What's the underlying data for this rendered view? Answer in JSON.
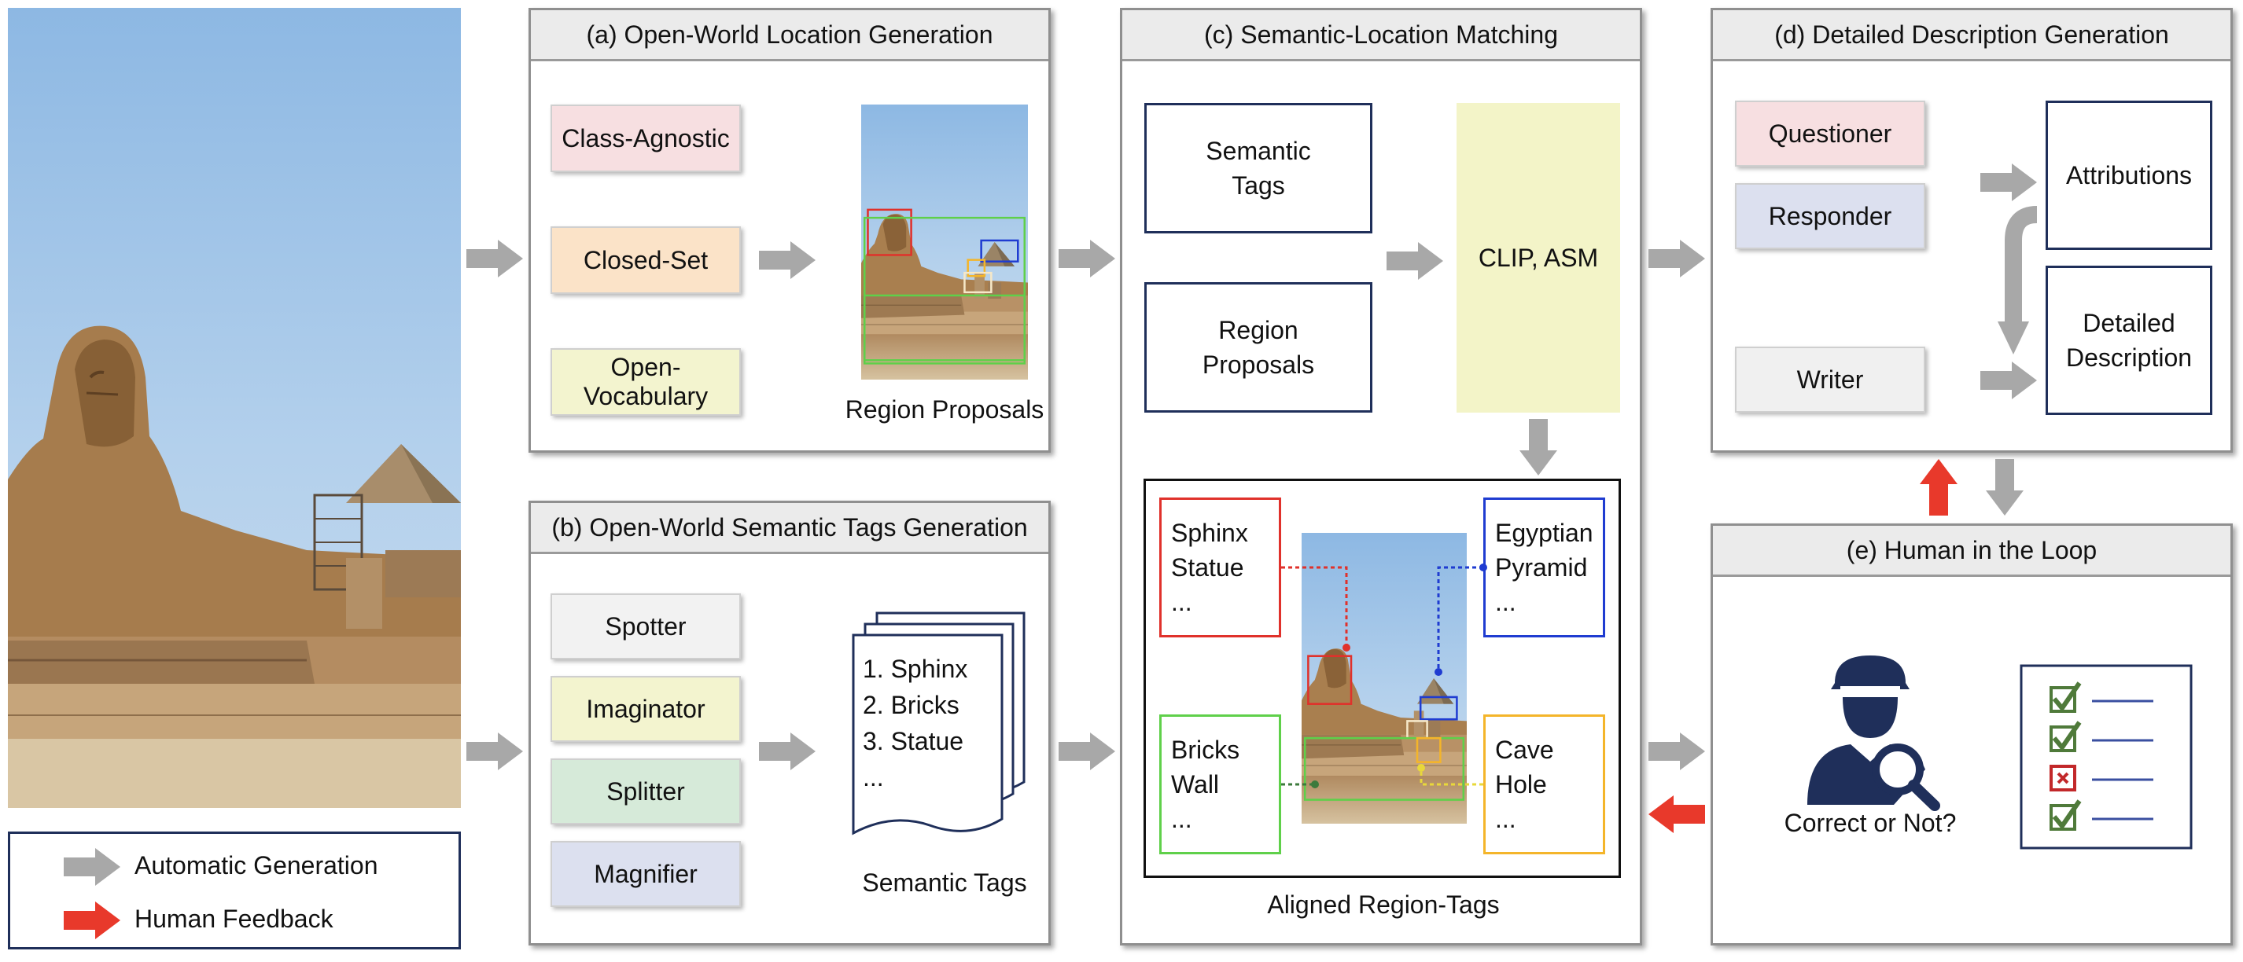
{
  "panels": {
    "a": {
      "title": "(a) Open-World Location Generation",
      "boxes": [
        "Class-Agnostic",
        "Closed-Set",
        "Open-Vocabulary"
      ],
      "caption": "Region Proposals"
    },
    "b": {
      "title": "(b) Open-World Semantic Tags Generation",
      "boxes": [
        "Spotter",
        "Imaginator",
        "Splitter",
        "Magnifier"
      ],
      "doc_lines": [
        "1. Sphinx",
        "2. Bricks",
        "3. Statue",
        "..."
      ],
      "caption": "Semantic Tags"
    },
    "c": {
      "title": "(c) Semantic-Location Matching",
      "semantic_tags": "Semantic Tags",
      "region_proposals": "Region Proposals",
      "matcher": "CLIP, ASM",
      "caption": "Aligned Region-Tags",
      "tags": {
        "top_left": [
          "Sphinx",
          "Statue",
          "..."
        ],
        "top_right": [
          "Egyptian",
          "Pyramid",
          "..."
        ],
        "bottom_left": [
          "Bricks",
          "Wall",
          "..."
        ],
        "bottom_right": [
          "Cave",
          "Hole",
          "..."
        ]
      }
    },
    "d": {
      "title": "(d) Detailed Description Generation",
      "questioner": "Questioner",
      "responder": "Responder",
      "writer": "Writer",
      "attributions": "Attributions",
      "detailed_description": "Detailed Description"
    },
    "e": {
      "title": "(e) Human in the Loop",
      "caption": "Correct or Not?",
      "checklist": [
        "check",
        "check",
        "cross",
        "check"
      ]
    }
  },
  "legend": {
    "auto": "Automatic Generation",
    "human": "Human Feedback"
  },
  "colors": {
    "navy": "#1f2f5a",
    "gray_arrow": "#a8a8a8",
    "red_arrow": "#e8392b",
    "class_agnostic": "#f7dfe1",
    "closed_set": "#fbe3c8",
    "open_vocab": "#f3f4cf",
    "spotter": "#f2f2f2",
    "imaginator": "#f3f4cf",
    "splitter": "#d6ead9",
    "magnifier": "#dce0ef",
    "questioner": "#f7dfe1",
    "responder": "#dce0ef",
    "writer": "#f0f0f0",
    "clip": "#f3f4c8",
    "red_box": "#e0312b",
    "blue_box": "#1f3cd1",
    "green_box": "#5fd04a",
    "orange_box": "#f4b52a",
    "white_box": "#f6e8c8"
  }
}
